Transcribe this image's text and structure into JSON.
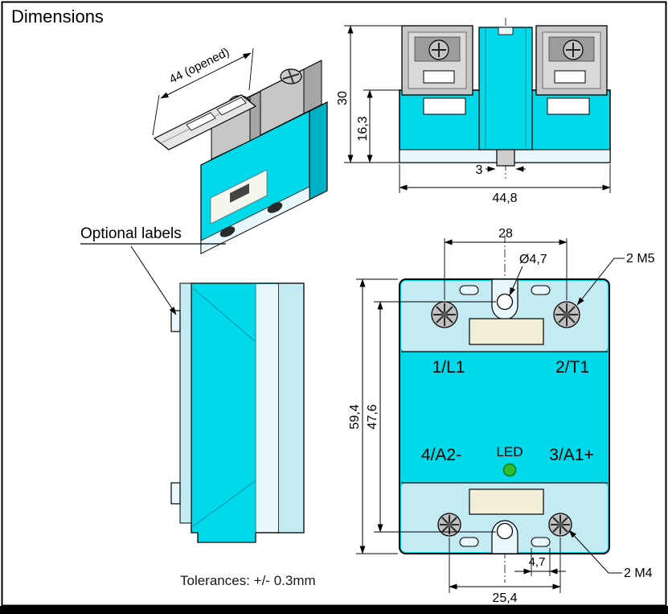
{
  "title": "Dimensions",
  "colors": {
    "body": "#00d9ea",
    "body_dark": "#00b0c6",
    "panel": "#c4ebf3",
    "panel_light": "#e8f7fb",
    "plate": "#f3efd6",
    "metal": "#c7c7c7",
    "metal_dark": "#a6a6a6",
    "led": "#2fbe2f"
  },
  "iso": {
    "dim_opened": "44 (opened)"
  },
  "front": {
    "dim_height_total": "30",
    "dim_height_body": "16,3",
    "dim_tab": "3",
    "dim_width": "44,8"
  },
  "side": {
    "annotation": "Optional labels"
  },
  "face": {
    "dim_terminal_span": "28",
    "dim_hole": "Ø4,7",
    "dim_screws_top": "2 M5",
    "t_load_left": "1/L1",
    "t_load_right": "2/T1",
    "t_ctrl_left": "4/A2-",
    "t_ctrl_right": "3/A1+",
    "led_label": "LED",
    "dim_height": "59,4",
    "dim_hole_span": "47,6",
    "dim_offset": "4,7",
    "dim_screws_bottom": "2 M4",
    "dim_ctrl_span": "25,4"
  },
  "footer": {
    "tolerances": "Tolerances: +/- 0.3mm"
  }
}
